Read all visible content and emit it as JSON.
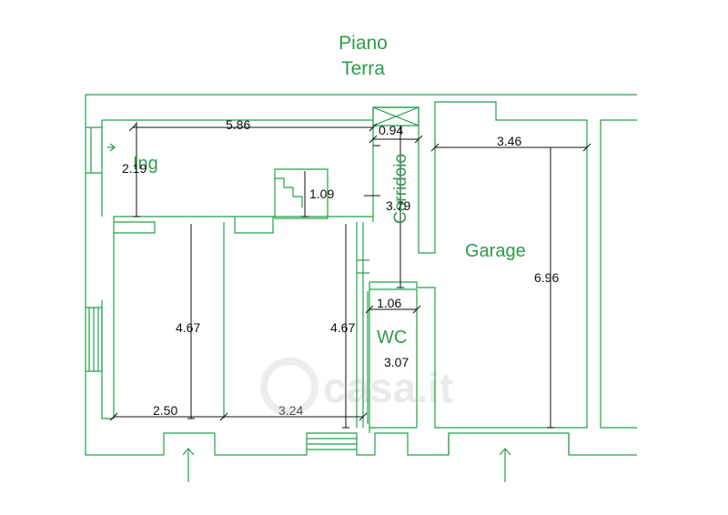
{
  "title": {
    "line1": "Piano",
    "line2": "Terra"
  },
  "rooms": {
    "ingresso": "Ing",
    "corridoio": "Corridoio",
    "garage": "Garage",
    "wc": "WC"
  },
  "dimensions": {
    "d_586": "5.86",
    "d_094": "0.94",
    "d_346": "3.46",
    "d_219": "2.19",
    "d_109": "1.09",
    "d_379": "3.79",
    "d_696": "6.96",
    "d_467_left": "4.67",
    "d_467_mid": "4.67",
    "d_106": "1.06",
    "d_307": "3.07",
    "d_250": "2.50",
    "d_324": "3.24"
  },
  "watermark": "casa.it",
  "colors": {
    "wall": "#22a04a",
    "label": "#2e9c4a",
    "dimension": "#111111"
  }
}
